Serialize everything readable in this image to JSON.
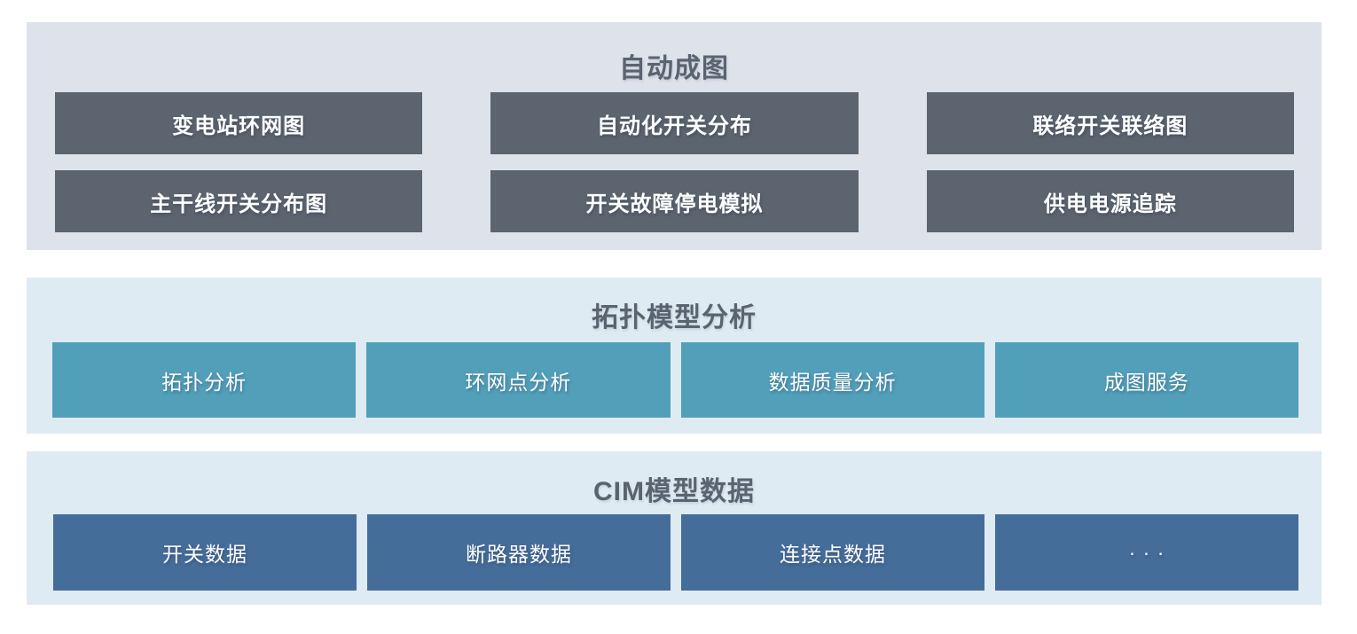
{
  "diagram": {
    "layers": [
      {
        "title": "自动成图",
        "panel_bg": "#dee2eb",
        "box_bg": "#5c6470",
        "boxes": [
          "变电站环网图",
          "自动化开关分布",
          "联络开关联络图",
          "主干线开关分布图",
          "开关故障停电模拟",
          "供电电源追踪"
        ]
      },
      {
        "title": "拓扑模型分析",
        "panel_bg": "#deebf2",
        "box_bg": "#529fba",
        "boxes": [
          "拓扑分析",
          "环网点分析",
          "数据质量分析",
          "成图服务"
        ]
      },
      {
        "title": "CIM模型数据",
        "panel_bg": "#deebf2",
        "box_bg": "#456d9a",
        "boxes": [
          "开关数据",
          "断路器数据",
          "连接点数据",
          "· · ·"
        ]
      }
    ],
    "colors": {
      "page_bg": "#ffffff",
      "title_text": "#5a6370",
      "box_text": "#ffffff",
      "top_panel_bg": "#dee2eb",
      "top_box_bg": "#5c6470",
      "mid_panel_bg": "#deebf2",
      "mid_box_bg": "#529fba",
      "bottom_panel_bg": "#deebf2",
      "bottom_box_bg": "#456d9a"
    }
  }
}
